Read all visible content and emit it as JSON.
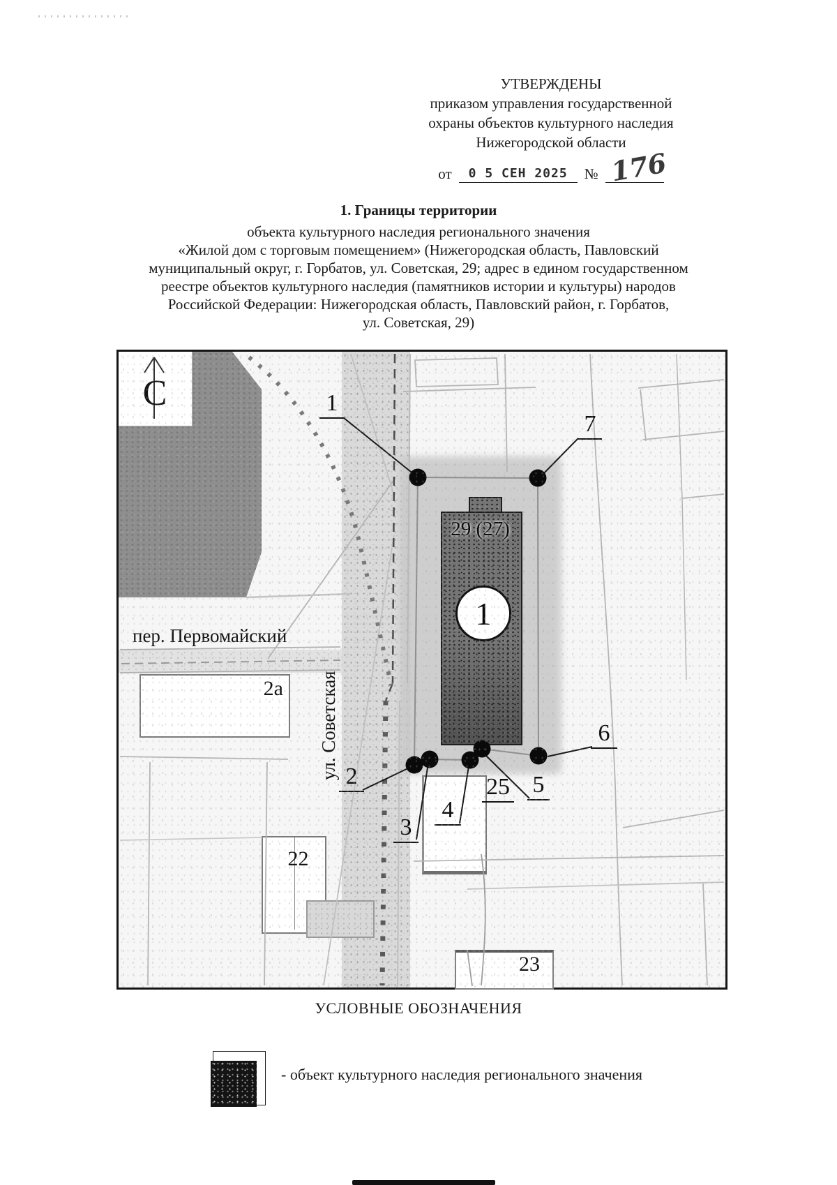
{
  "header": {
    "approved": "УТВЕРЖДЕНЫ",
    "by_line1": "приказом управления государственной",
    "by_line2": "охраны объектов культурного наследия",
    "by_line3": "Нижегородской области",
    "from_label": "от",
    "date_stamp": "0 5 СЕН 2025",
    "no_label": "№",
    "no_value": "176"
  },
  "title": {
    "heading": "1. Границы территории",
    "line2": "объекта культурного наследия регионального значения",
    "line3": "«Жилой дом с торговым помещением» (Нижегородская область, Павловский",
    "line4": "муниципальный округ, г. Горбатов, ул. Советская, 29; адрес в едином государственном",
    "line5": "реестре объектов культурного наследия (памятников истории и культуры) народов",
    "line6": "Российской Федерации: Нижегородская область, Павловский район, г. Горбатов,",
    "line7": "ул. Советская, 29)"
  },
  "map": {
    "compass": "С",
    "street_pervomaysky": "пер. Первомайский",
    "street_sovetskaya": "ул. Советская",
    "object_label": "29 (27)",
    "object_point": "1",
    "points": {
      "p1": "1",
      "p2": "2",
      "p3": "3",
      "p4": "4",
      "p5": "5",
      "p6": "6",
      "p7": "7"
    },
    "houses": {
      "h2a": "2а",
      "h22": "22",
      "h23": "23",
      "h25": "25"
    }
  },
  "legend": {
    "heading": "УСЛОВНЫЕ ОБОЗНАЧЕНИЯ",
    "item": "- объект культурного наследия регионального значения"
  },
  "colors": {
    "dark_area": "#8e8e8e",
    "territory_shade": "#c8c8c8",
    "building_fill": "#757575",
    "boundary_line": "#8f8f8f",
    "dot": "#0a0a0a"
  }
}
